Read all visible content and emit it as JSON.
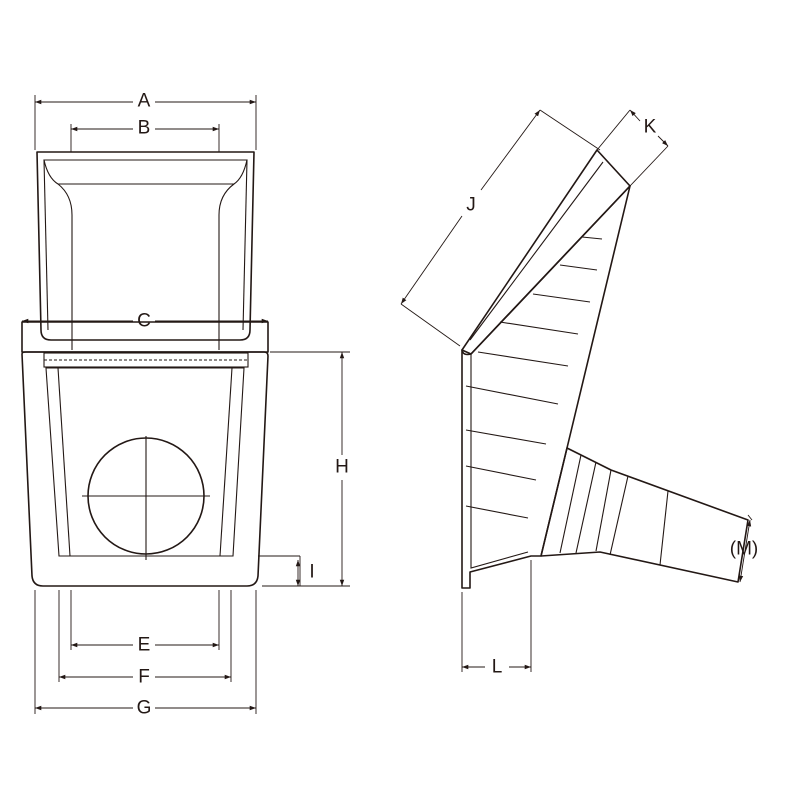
{
  "labels": {
    "A": "A",
    "B": "B",
    "C": "C",
    "E": "E",
    "F": "F",
    "G": "G",
    "H": "H",
    "I": "I",
    "J": "J",
    "K": "K",
    "L": "L",
    "M": "(M)"
  },
  "colors": {
    "line": "#231815",
    "background": "#ffffff"
  }
}
